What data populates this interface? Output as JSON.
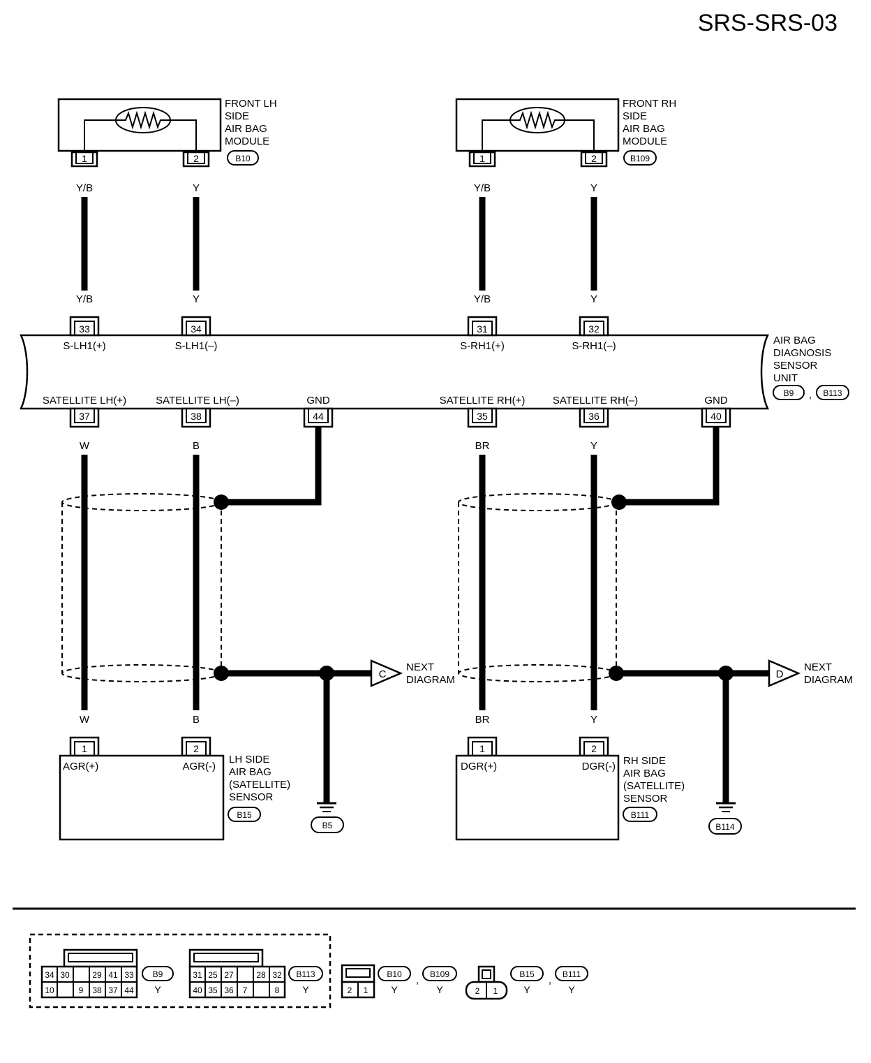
{
  "page_id": "SRS-SRS-03",
  "modules": {
    "front_lh": {
      "lines": [
        "FRONT LH",
        "SIDE",
        "AIR BAG",
        "MODULE"
      ],
      "conn": "B10",
      "pin1": "1",
      "pin2": "2"
    },
    "front_rh": {
      "lines": [
        "FRONT RH",
        "SIDE",
        "AIR BAG",
        "MODULE"
      ],
      "conn": "B109",
      "pin1": "1",
      "pin2": "2"
    },
    "lh_sensor": {
      "lines": [
        "LH SIDE",
        "AIR BAG",
        "(SATELLITE)",
        "SENSOR"
      ],
      "conn": "B15",
      "pin1": "1",
      "pin2": "2",
      "term1": "AGR(+)",
      "term2": "AGR(-)"
    },
    "rh_sensor": {
      "lines": [
        "RH SIDE",
        "AIR BAG",
        "(SATELLITE)",
        "SENSOR"
      ],
      "conn": "B111",
      "pin1": "1",
      "pin2": "2",
      "term1": "DGR(+)",
      "term2": "DGR(-)"
    }
  },
  "unit": {
    "lines": [
      "AIR BAG",
      "DIAGNOSIS",
      "SENSOR",
      "UNIT"
    ],
    "conn_a": "B9",
    "conn_b": "B113",
    "sep": ",",
    "top_pins": [
      {
        "pin": "33",
        "label": "S-LH1(+)",
        "wire_top": "Y/B",
        "wire_bottom": "Y/B"
      },
      {
        "pin": "34",
        "label": "S-LH1(–)",
        "wire_top": "Y",
        "wire_bottom": "Y"
      },
      {
        "pin": "31",
        "label": "S-RH1(+)",
        "wire_top": "Y/B",
        "wire_bottom": "Y/B"
      },
      {
        "pin": "32",
        "label": "S-RH1(–)",
        "wire_top": "Y",
        "wire_bottom": "Y"
      }
    ],
    "bottom_pins": [
      {
        "pin": "37",
        "label": "SATELLITE LH(+)",
        "wire_top": "W",
        "wire_bottom": "W"
      },
      {
        "pin": "38",
        "label": "SATELLITE LH(–)",
        "wire_top": "B",
        "wire_bottom": "B"
      },
      {
        "pin": "44",
        "label": "GND"
      },
      {
        "pin": "35",
        "label": "SATELLITE RH(+)",
        "wire_top": "BR",
        "wire_bottom": "BR"
      },
      {
        "pin": "36",
        "label": "SATELLITE RH(–)",
        "wire_top": "Y",
        "wire_bottom": "Y"
      },
      {
        "pin": "40",
        "label": "GND"
      }
    ]
  },
  "grounds": [
    "B5",
    "B114"
  ],
  "next_diagram": [
    {
      "letter": "C",
      "lines": [
        "NEXT",
        "DIAGRAM"
      ]
    },
    {
      "letter": "D",
      "lines": [
        "NEXT",
        "DIAGRAM"
      ]
    }
  ],
  "legend": {
    "b9": {
      "id": "B9",
      "color": "Y",
      "top": [
        "34",
        "30",
        "",
        "29",
        "41",
        "33"
      ],
      "bottom": [
        "10",
        "",
        "9",
        "38",
        "37",
        "44"
      ]
    },
    "b113": {
      "id": "B113",
      "color": "Y",
      "top": [
        "31",
        "25",
        "27",
        "",
        "28",
        "32"
      ],
      "bottom": [
        "40",
        "35",
        "36",
        "7",
        "",
        "8"
      ]
    },
    "two_pin_a": {
      "pins": [
        "2",
        "1"
      ],
      "ids": [
        "B10",
        "B109"
      ],
      "colors": [
        "Y",
        "Y"
      ],
      "sep": ","
    },
    "two_pin_b": {
      "pins": [
        "2",
        "1"
      ],
      "ids": [
        "B15",
        "B111"
      ],
      "colors": [
        "Y",
        "Y"
      ],
      "sep": ","
    }
  }
}
